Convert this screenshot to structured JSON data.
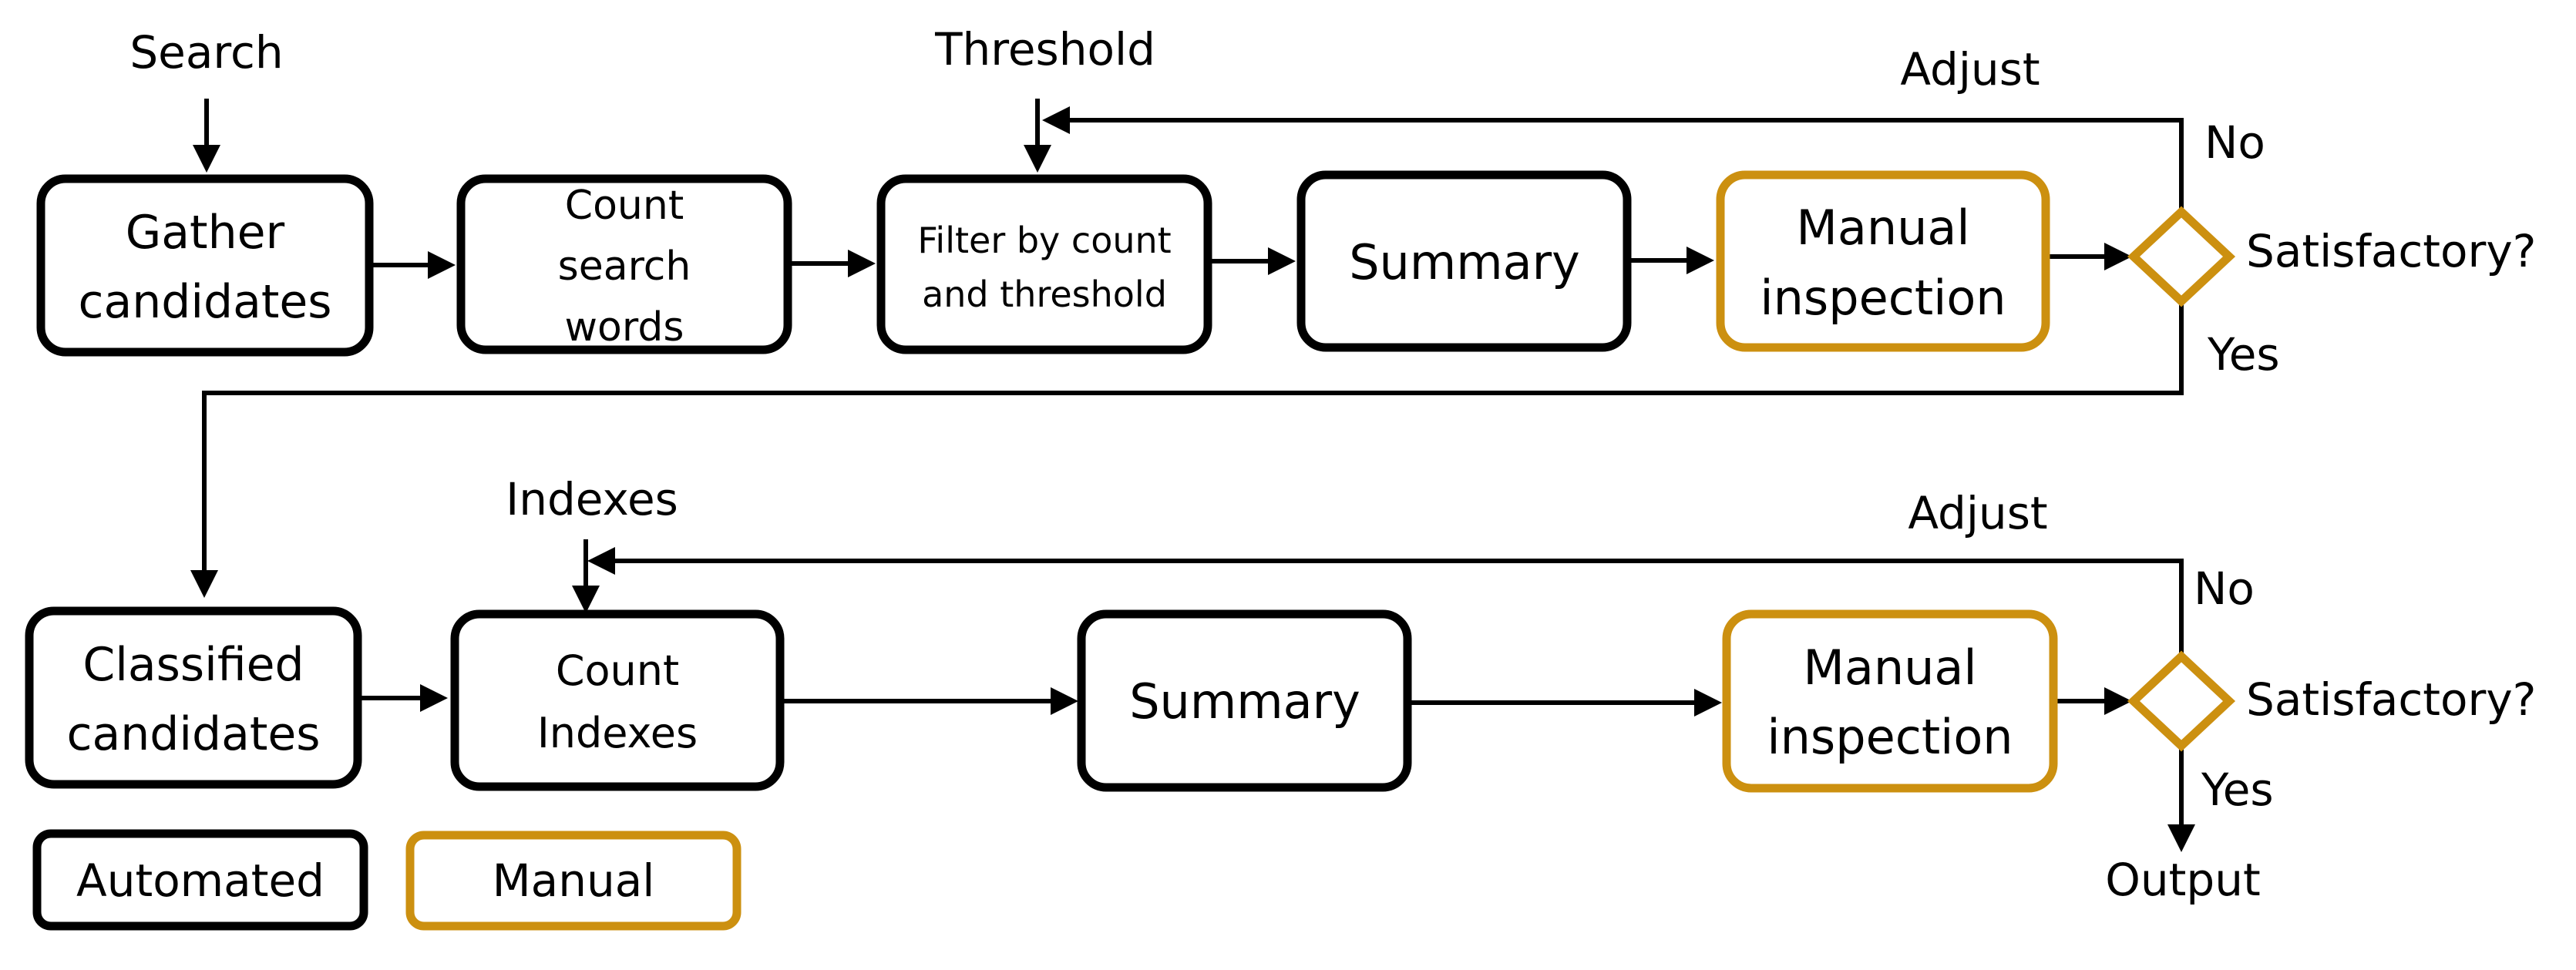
{
  "colors": {
    "automated": "#000000",
    "manual": "#cc9010"
  },
  "row1": {
    "inputs": {
      "search": "Search",
      "threshold": "Threshold",
      "adjust": "Adjust"
    },
    "boxes": {
      "gather": [
        "Gather",
        "candidates"
      ],
      "count": [
        "Count",
        "search",
        "words"
      ],
      "filter": [
        "Filter by count",
        "and threshold"
      ],
      "summary": [
        "Summary"
      ],
      "inspection": [
        "Manual",
        "inspection"
      ]
    },
    "decision": {
      "label": "Satisfactory?",
      "no": "No",
      "yes": "Yes"
    }
  },
  "row2": {
    "inputs": {
      "indexes": "Indexes",
      "adjust": "Adjust"
    },
    "boxes": {
      "classified": [
        "Classified",
        "candidates"
      ],
      "count": [
        "Count",
        "Indexes"
      ],
      "summary": [
        "Summary"
      ],
      "inspection": [
        "Manual",
        "inspection"
      ]
    },
    "decision": {
      "label": "Satisfactory?",
      "no": "No",
      "yes": "Yes"
    },
    "output": "Output"
  },
  "legend": {
    "automated": "Automated",
    "manual": "Manual"
  }
}
